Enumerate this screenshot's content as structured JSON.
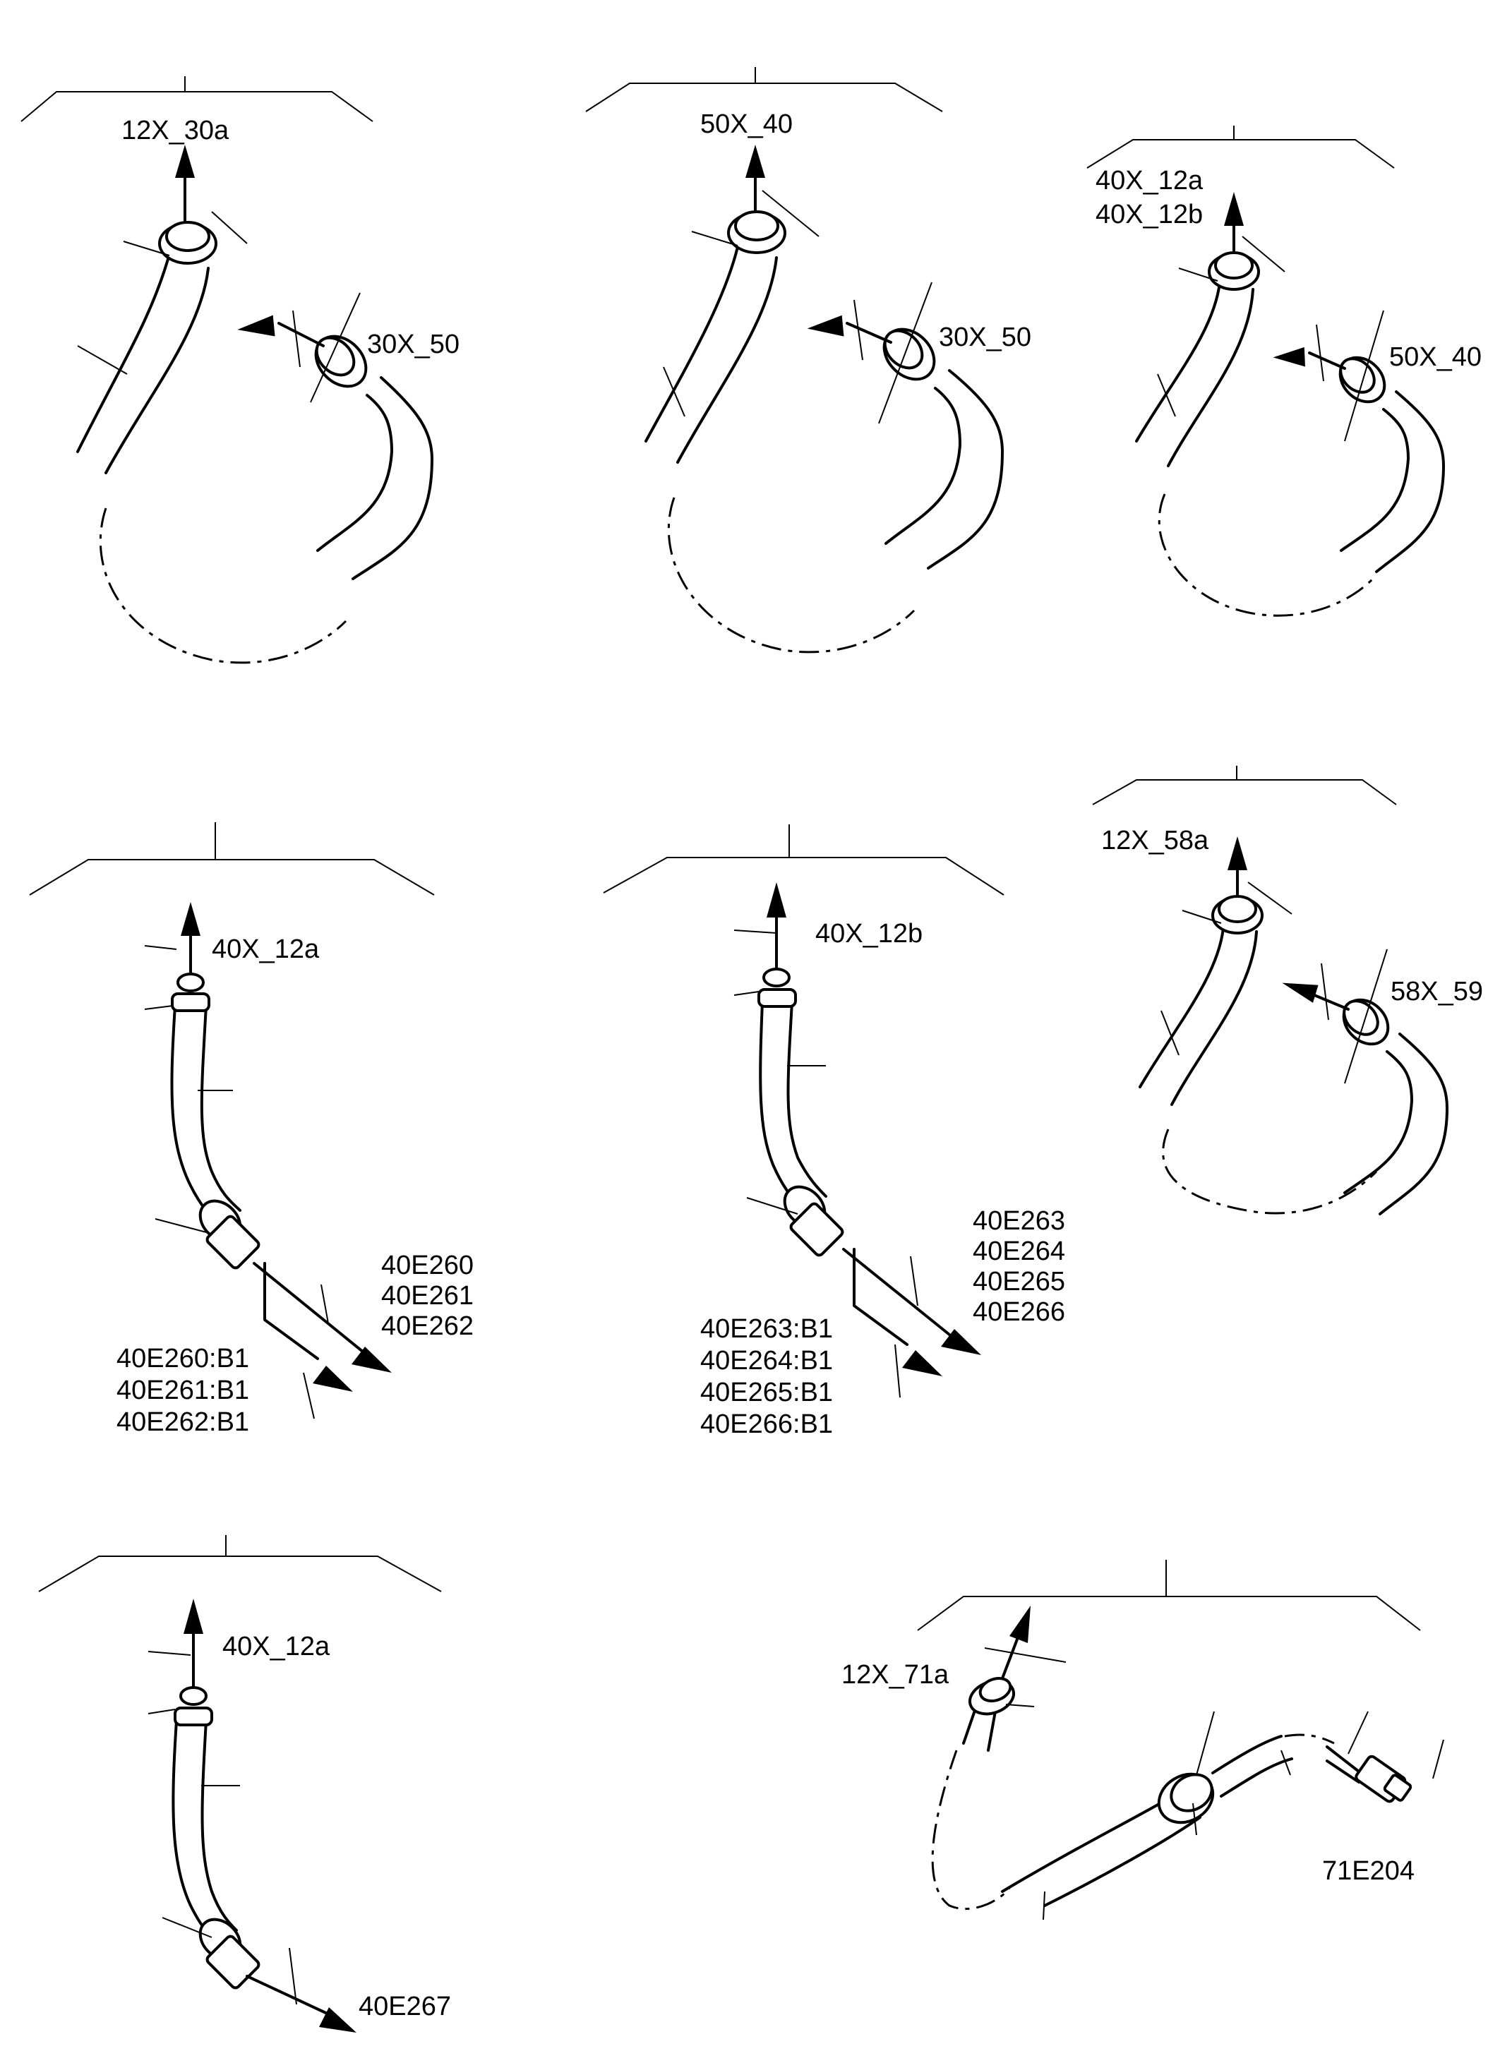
{
  "labels": {
    "p1_top": "12X_30a",
    "p1_side": "30X_50",
    "p2_top": "50X_40",
    "p2_side": "30X_50",
    "p3_top_a": "40X_12a",
    "p3_top_b": "40X_12b",
    "p3_side": "50X_40",
    "p4_top": "40X_12a",
    "p4_right": [
      "40E260",
      "40E261",
      "40E262"
    ],
    "p4_left": [
      "40E260:B1",
      "40E261:B1",
      "40E262:B1"
    ],
    "p5_top": "40X_12b",
    "p5_right": [
      "40E263",
      "40E264",
      "40E265",
      "40E266"
    ],
    "p5_left": [
      "40E263:B1",
      "40E264:B1",
      "40E265:B1",
      "40E266:B1"
    ],
    "p6_top": "12X_58a",
    "p6_side": "58X_59",
    "p7_top": "40X_12a",
    "p7_bottom": "40E267",
    "p8_top": "12X_71a",
    "p8_bottom": "71E204"
  }
}
